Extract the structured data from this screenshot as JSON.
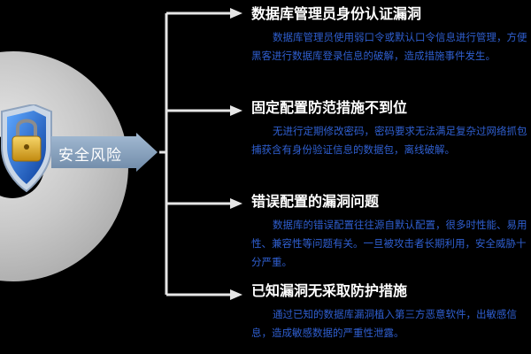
{
  "center_label": "安全风险",
  "icons": {
    "shield": "shield-lock-icon"
  },
  "colors": {
    "title": "#ffffff",
    "description": "#2f5fd0",
    "arrow": "#8da8c4",
    "background": "#000000"
  },
  "sections": [
    {
      "title": "数据库管理员身份认证漏洞",
      "description": "数据库管理员使用弱口令或默认口令信息进行管理，方便黑客进行数据库登录信息的破解，造成措施事件发生。"
    },
    {
      "title": "固定配置防范措施不到位",
      "description": "无进行定期修改密码，密码要求无法满足复杂过网络抓包捕获含有身份验证信息的数据包，离线破解。"
    },
    {
      "title": "错误配置的漏洞问题",
      "description": "数据库的错误配置往往源自默认配置，很多时性能、易用性、兼容性等问题有关。一旦被攻击者长期利用，安全威胁十分严重。"
    },
    {
      "title": "已知漏洞无采取防护措施",
      "description": "通过已知的数据库漏洞植入第三方恶意软件，出敏感信息，造成敏感数据的严重性泄露。"
    }
  ]
}
